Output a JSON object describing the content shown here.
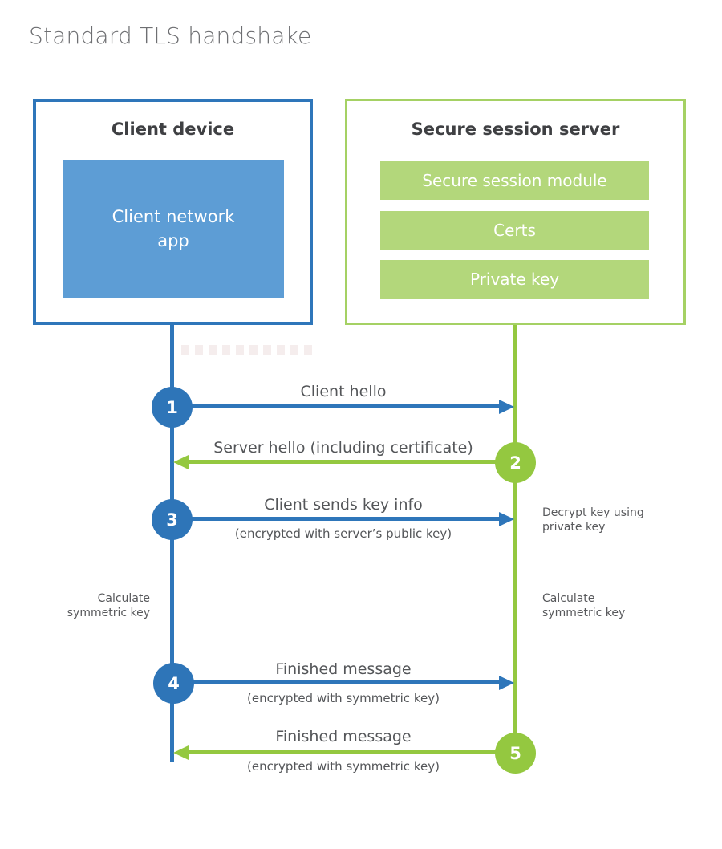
{
  "title": "Standard TLS handshake",
  "colors": {
    "client_blue": "#2e76ba",
    "client_fill_blue": "#5d9dd5",
    "server_green_line": "#94c840",
    "server_green_border": "#a5d164",
    "server_green_fill": "#b3d77b",
    "title_gray": "#6e6f72",
    "text_gray": "#545659"
  },
  "client": {
    "title": "Client device",
    "app_label": "Client network\napp"
  },
  "server": {
    "title": "Secure session server",
    "modules": [
      "Secure session module",
      "Certs",
      "Private key"
    ]
  },
  "steps": [
    {
      "num": "1",
      "label": "Client hello",
      "sub": "",
      "direction": "right",
      "color": "blue"
    },
    {
      "num": "2",
      "label": "Server hello (including certificate)",
      "sub": "",
      "direction": "left",
      "color": "green"
    },
    {
      "num": "3",
      "label": "Client sends key info",
      "sub": "(encrypted with server’s public key)",
      "direction": "right",
      "color": "blue"
    },
    {
      "num": "4",
      "label": "Finished message",
      "sub": "(encrypted with symmetric key)",
      "direction": "right",
      "color": "blue"
    },
    {
      "num": "5",
      "label": "Finished message",
      "sub": "(encrypted with symmetric key)",
      "direction": "left",
      "color": "green"
    }
  ],
  "side_notes": {
    "decrypt": "Decrypt key using\nprivate key",
    "calculate_left": "Calculate\nsymmetric key",
    "calculate_right": "Calculate\nsymmetric key"
  }
}
